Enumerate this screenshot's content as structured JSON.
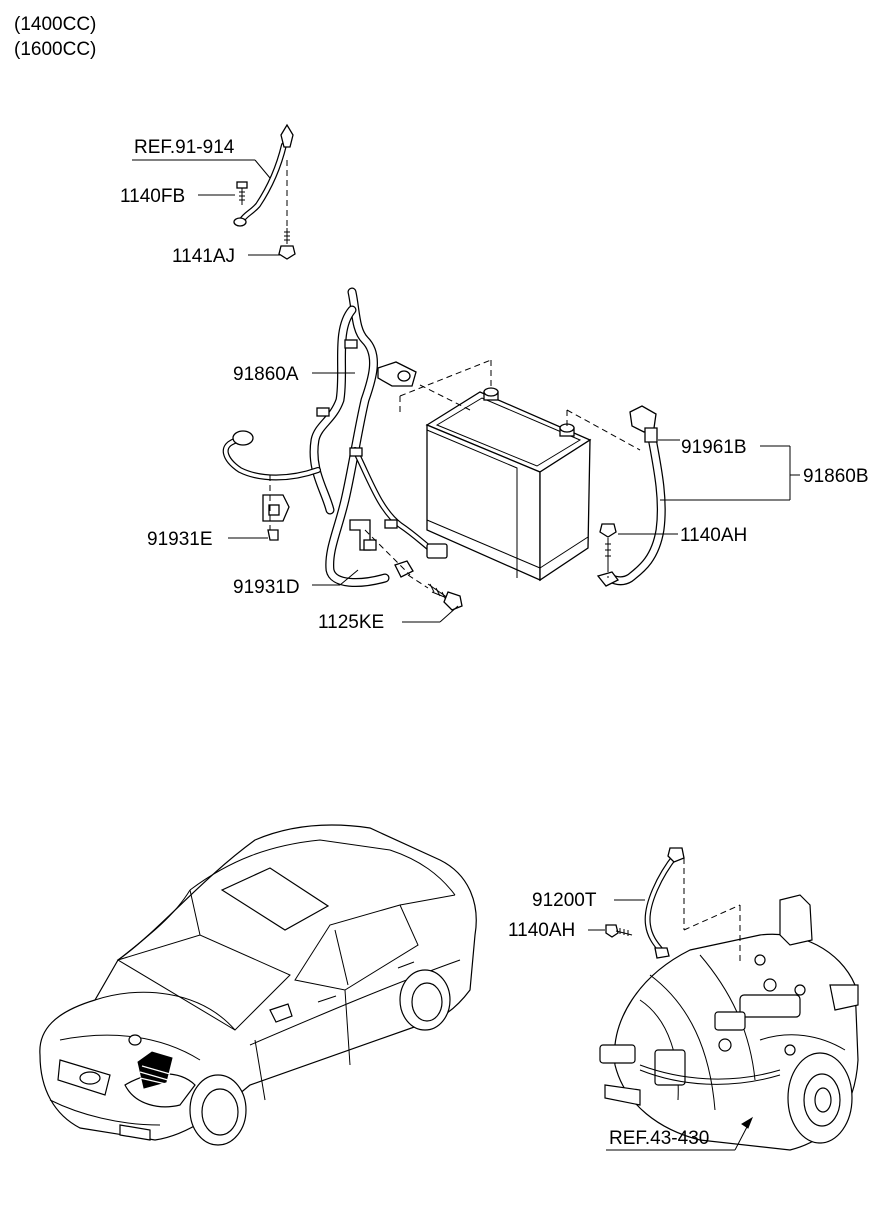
{
  "header": {
    "line1": "(1400CC)",
    "line2": "(1600CC)"
  },
  "labels": {
    "ref_91_914": "REF.91-914",
    "p1140FB": "1140FB",
    "p1141AJ": "1141AJ",
    "p91860A": "91860A",
    "p91961B": "91961B",
    "p91860B": "91860B",
    "p1140AH_top": "1140AH",
    "p91931E": "91931E",
    "p91931D": "91931D",
    "p1125KE": "1125KE",
    "p91200T": "91200T",
    "p1140AH_bottom": "1140AH",
    "ref_43_430": "REF.43-430"
  }
}
